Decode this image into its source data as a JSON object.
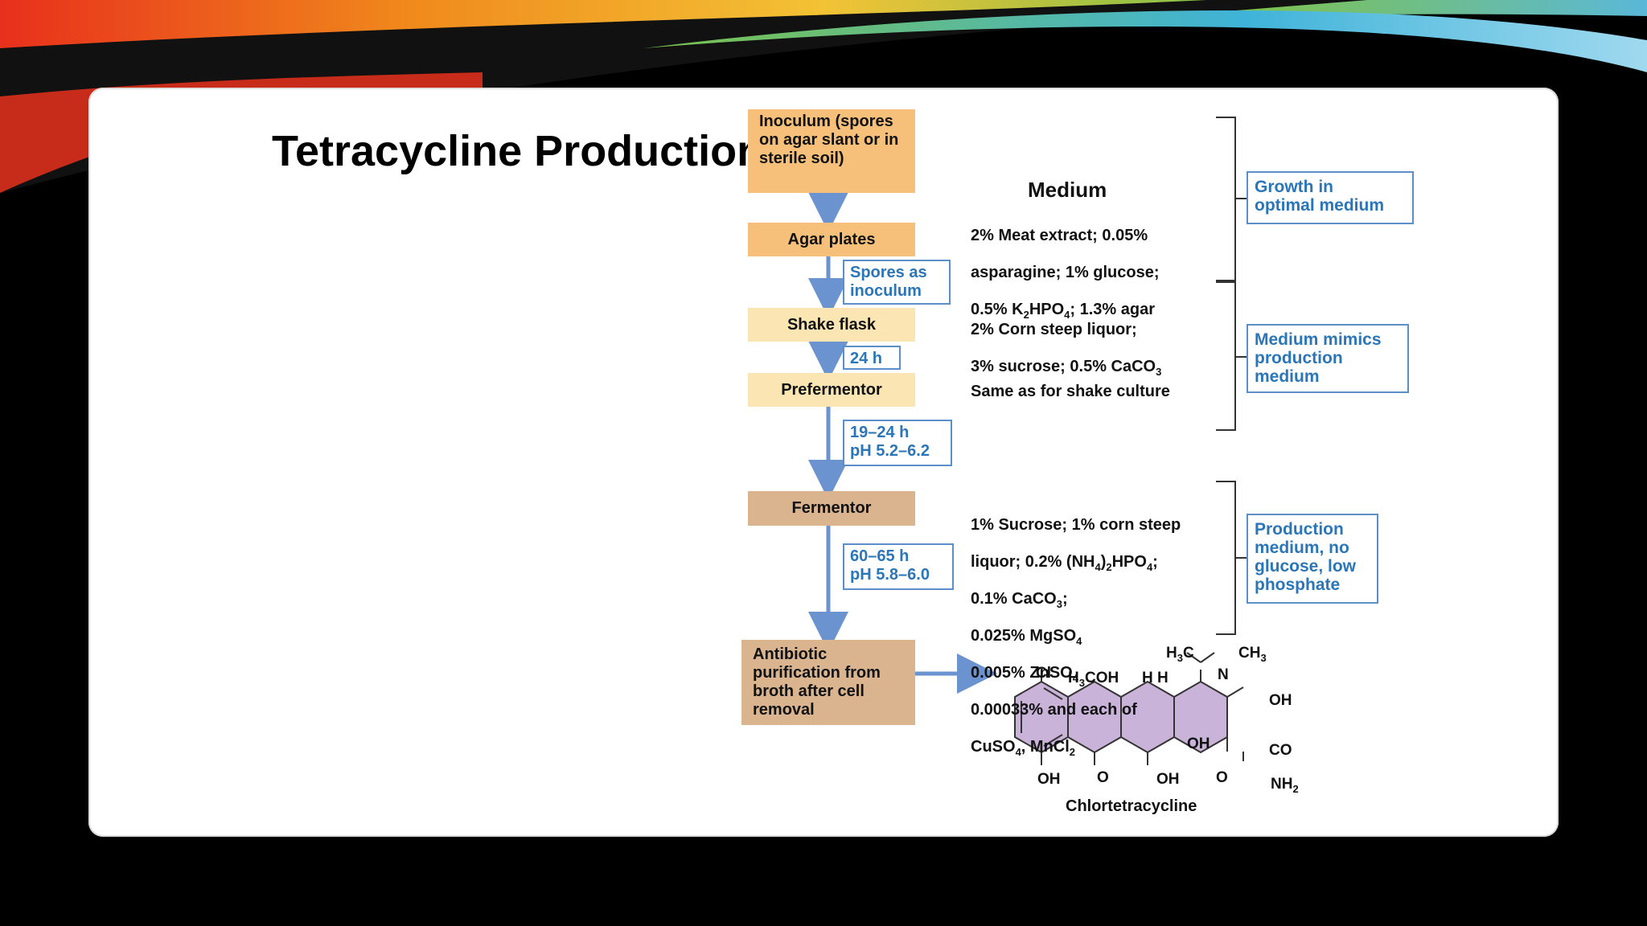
{
  "slide": {
    "title": "Tetracycline Production"
  },
  "flow": {
    "steps": [
      {
        "id": "inoculum",
        "label": "Inoculum (spores on agar slant or in sterile soil)",
        "color": "#f6c07a"
      },
      {
        "id": "agar-plates",
        "label": "Agar plates",
        "color": "#f6c07a"
      },
      {
        "id": "shake-flask",
        "label": "Shake flask",
        "color": "#fbe5b3"
      },
      {
        "id": "prefermentor",
        "label": "Prefermentor",
        "color": "#fbe5b3"
      },
      {
        "id": "fermentor",
        "label": "Fermentor",
        "color": "#d9b48f"
      },
      {
        "id": "purification",
        "label": "Antibiotic purification from broth after cell removal",
        "color": "#d9b48f"
      }
    ],
    "notes": {
      "spores": "Spores as\ninoculum",
      "time1": "24 h",
      "time2": "19–24 h\npH 5.2–6.2",
      "time3": "60–65 h\npH 5.8–6.0"
    }
  },
  "medium": {
    "heading": "Medium",
    "agar": {
      "l1": "2% Meat extract; 0.05%",
      "l2": "asparagine; 1% glucose;",
      "l3a": "0.5% K",
      "l3s1": "2",
      "l3b": "HPO",
      "l3s2": "4",
      "l3c": "; 1.3% agar"
    },
    "shake": {
      "l1": "2% Corn steep liquor;",
      "l2a": "3% sucrose; 0.5% CaCO",
      "l2s": "3"
    },
    "prefermentor": "Same as for shake culture",
    "fermentor": {
      "l1": "1% Sucrose; 1% corn steep",
      "l2a": "liquor; 0.2% (NH",
      "l2s1": "4",
      "l2b": ")",
      "l2s2": "2",
      "l2c": "HPO",
      "l2s3": "4",
      "l2d": ";",
      "l3a": "0.1% CaCO",
      "l3s": "3",
      "l3b": ";",
      "l4a": "0.025% MgSO",
      "l4s": "4",
      "l5a": "0.005% ZnSO",
      "l5s": "4",
      "l6": "0.00033% and each of",
      "l7a": "CuSO",
      "l7s1": "4",
      "l7b": ", MnCl",
      "l7s2": "2"
    }
  },
  "side_notes": {
    "growth": "Growth in\noptimal medium",
    "mimics": "Medium mimics\nproduction\nmedium",
    "production": "Production\nmedium, no\nglucose, low\nphosphate"
  },
  "structure": {
    "name": "Chlortetracycline",
    "labels": {
      "h3c_top": "H",
      "h3c_top_sub": "3",
      "h3c_top_c": "C",
      "ch3_top": "CH",
      "ch3_top_sub": "3",
      "n": "N",
      "cl": "Cl",
      "h3coh": "H",
      "h3coh_sub": "3",
      "h3coh_b": "COH",
      "hh": "H H",
      "oh_right": "OH",
      "oh_mid": "OH",
      "co": "CO",
      "nh2": "NH",
      "nh2_sub": "2",
      "oh_bottom1": "OH",
      "o1": "O",
      "oh_bottom2": "OH",
      "o2": "O"
    },
    "ring_fill": "#c9b3d9"
  },
  "colors": {
    "accent_blue": "#2a76b8",
    "arrow_blue": "#6b93cf"
  }
}
